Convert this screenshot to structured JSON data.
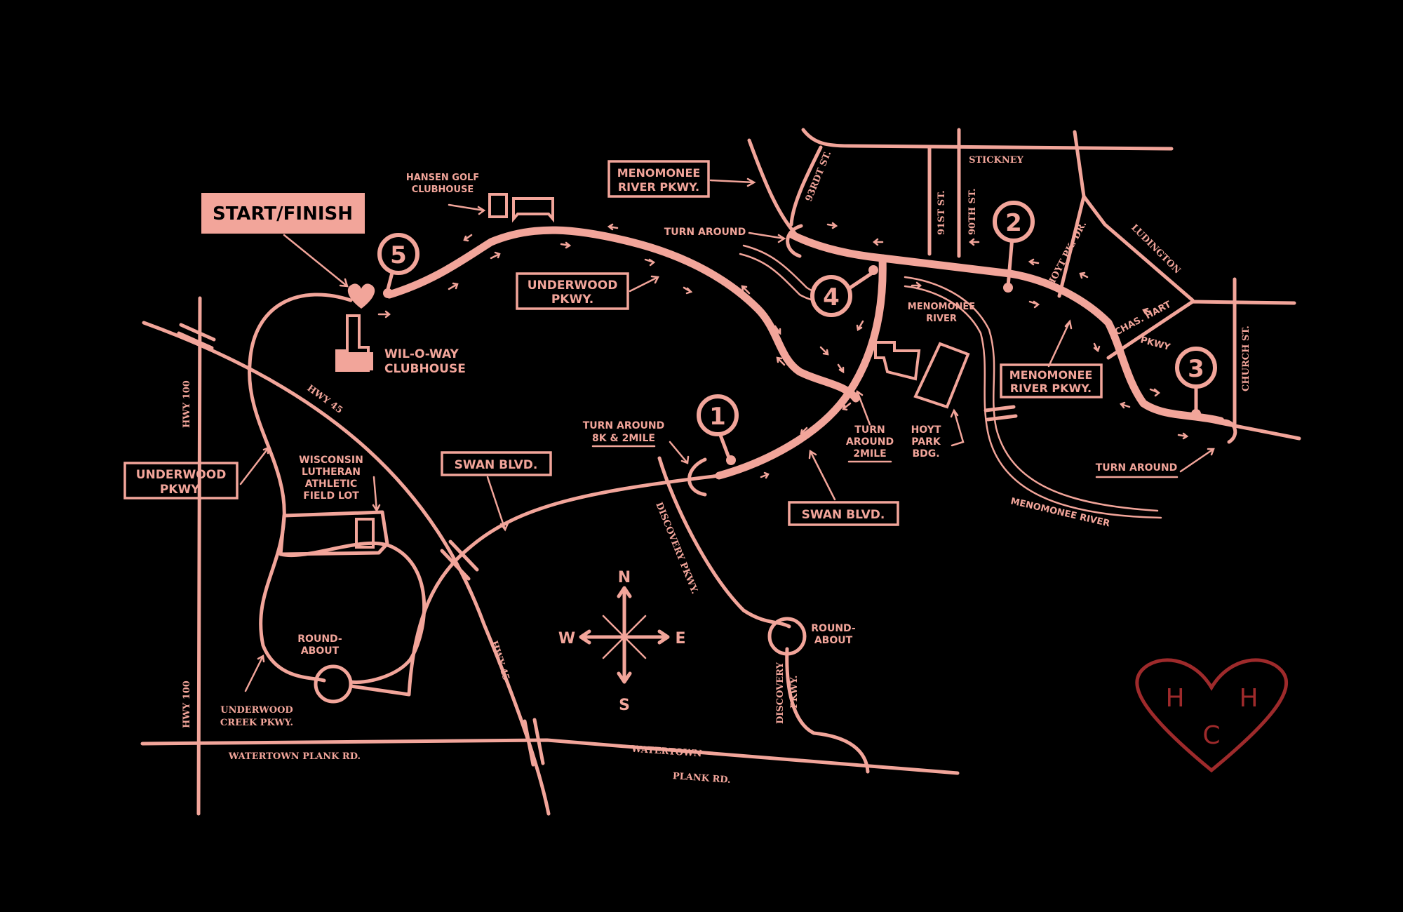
{
  "start_finish": "START/FINISH",
  "checkpoints": [
    "1",
    "2",
    "3",
    "4",
    "5"
  ],
  "labels": {
    "hansen_line1": "HANSEN GOLF",
    "hansen_line2": "CLUBHOUSE",
    "wiloway_line1": "WIL-O-WAY",
    "wiloway_line2": "CLUBHOUSE",
    "menomonee_pkwy_box1_line1": "MENOMONEE",
    "menomonee_pkwy_box1_line2": "RIVER PKWY.",
    "menomonee_pkwy_box2_line1": "MENOMONEE",
    "menomonee_pkwy_box2_line2": "RIVER PKWY.",
    "underwood_box1_line1": "UNDERWOOD",
    "underwood_box1_line2": "PKWY.",
    "underwood_box2_line1": "UNDERWOOD",
    "underwood_box2_line2": "PKWY.",
    "swan_box1": "SWAN BLVD.",
    "swan_box2": "SWAN BLVD.",
    "turn_around_top": "TURN AROUND",
    "turn_around_8k_line1": "TURN AROUND",
    "turn_around_8k_line2": "8K & 2MILE",
    "turn_around_2mile_line1": "TURN",
    "turn_around_2mile_line2": "AROUND",
    "turn_around_2mile_line3": "2MILE",
    "turn_around_right": "TURN AROUND",
    "menomonee_river_line1": "MENOMONEE",
    "menomonee_river_line2": "RIVER",
    "menomonee_river_bottom": "MENOMONEE RIVER",
    "hoyt_line1": "HOYT",
    "hoyt_line2": "PARK",
    "hoyt_line3": "BDG.",
    "wisconsin_line1": "WISCONSIN",
    "wisconsin_line2": "LUTHERAN",
    "wisconsin_line3": "ATHLETIC",
    "wisconsin_line4": "FIELD LOT",
    "roundabout_left_line1": "ROUND-",
    "roundabout_left_line2": "ABOUT",
    "roundabout_right_line1": "ROUND-",
    "roundabout_right_line2": "ABOUT",
    "underwood_creek_line1": "UNDERWOOD",
    "underwood_creek_line2": "CREEK PKWY.",
    "chas_hart_line1": "CHAS. HART",
    "chas_hart_line2": "PKWY"
  },
  "streets": {
    "stickney": "STICKNEY",
    "st93": "93RDT ST.",
    "st91": "91ST ST.",
    "st90": "90TH ST.",
    "hoyt_pk": "HOYT PK. DR.",
    "ludington": "LUDINGTON",
    "church": "CHURCH ST.",
    "hwy100_top": "HWY 100",
    "hwy100_bottom": "HWY 100",
    "hwy45_top": "HWY 45",
    "hwy45_bottom": "HWY 45",
    "discovery_top": "DISCOVERY PKWY.",
    "discovery_bottom_line1": "DISCOVERY",
    "discovery_bottom_line2": "PKWY.",
    "watertown_left": "WATERTOWN PLANK RD.",
    "watertown_right_line1": "WATERTOWN",
    "watertown_right_line2": "PLANK RD."
  },
  "compass": {
    "n": "N",
    "s": "S",
    "e": "E",
    "w": "W"
  },
  "logo": {
    "left": "H",
    "right": "H",
    "bottom": "C"
  },
  "colors": {
    "background": "#000000",
    "map_line": "#f2a59a",
    "logo": "#9e2a2b"
  }
}
